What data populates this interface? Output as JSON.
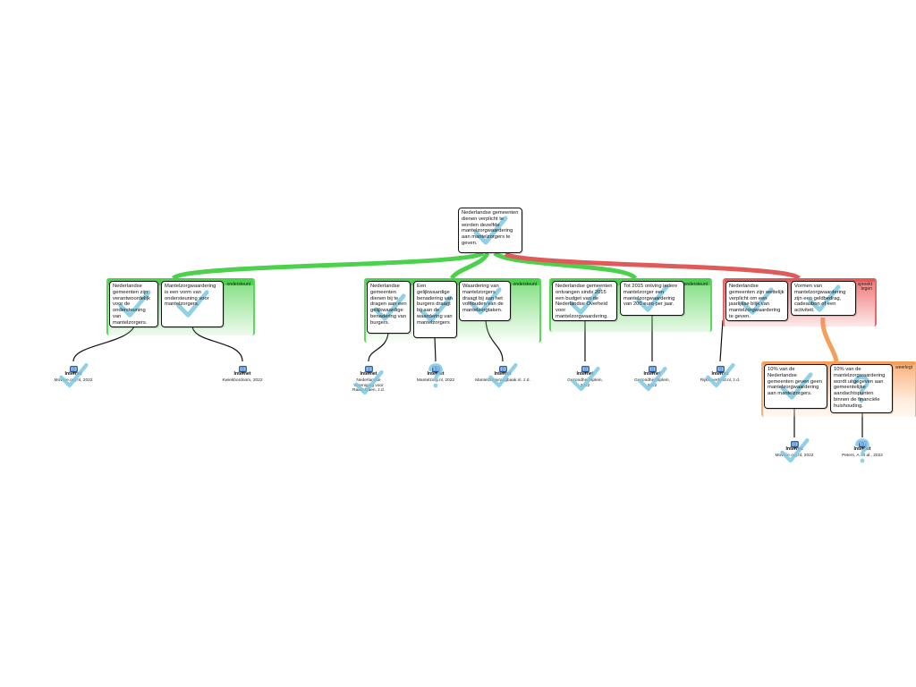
{
  "colors": {
    "support": "#4cd14c",
    "contradict": "#e05a5a",
    "rebuttal": "#f5a05a",
    "tick": "#7ec8e3",
    "box_border": "#111111"
  },
  "root": {
    "text": "Nederlandse gemeenten dienen verplicht te worden dezelfde mantelzorgwaardering aan mantelzorgers te geven.",
    "mark": "check"
  },
  "groups": [
    {
      "id": "g1",
      "kind": "support",
      "label": "ondersteunt",
      "reasons": [
        {
          "id": "r1",
          "text": "Nederlandse gemeenten zijn verantwoordelijk voor de ondersteuning van mantelzorgers.",
          "mark": "check"
        },
        {
          "id": "r2",
          "text": "Mantelzorgwaardering is een vorm van ondersteuning voor mantelzorgers.",
          "mark": "check"
        }
      ]
    },
    {
      "id": "g2",
      "kind": "support",
      "label": "ondersteunt",
      "reasons": [
        {
          "id": "r3",
          "text": "Nederlandse gemeenten dienen bij te dragen aan een gelijkwaardige benadering van burgers.",
          "mark": "check"
        },
        {
          "id": "r4",
          "text": "Een gelijkwaardige benadering van burgers draagt bij aan de waardering van mantelzorgers",
          "mark": "check"
        },
        {
          "id": "r5",
          "text": "Waardering van mantelzorgers draagt bij aan het volhouden van de mantelzorgtaken.",
          "mark": "check"
        }
      ]
    },
    {
      "id": "g3",
      "kind": "support",
      "label": "ondersteunt",
      "reasons": [
        {
          "id": "r6",
          "text": "Nederlandse gemeenten ontvangen sinds 2015 een budget van de Nederlandse Overheid voor mantelzorgwaardering.",
          "mark": "check"
        },
        {
          "id": "r7",
          "text": "Tot 2015 ontving iedere mantelzorger een mantelzorgwaardering van 200 euro per jaar.",
          "mark": "check"
        }
      ]
    },
    {
      "id": "g4",
      "kind": "contradict",
      "label": "spreekt tegen",
      "reasons": [
        {
          "id": "r8",
          "text": "Nederlandse gemeenten zijn wettelijk verplicht om een jaarlijkse blijk van mantelzorgwaardering te geven.",
          "mark": "check"
        },
        {
          "id": "r9",
          "text": "Vormen van mantelzorgwaardering zijn een geldbedrag, cadeaubon of een activiteit.",
          "mark": "check"
        }
      ]
    },
    {
      "id": "g5",
      "kind": "rebuttal",
      "label": "weerlegt",
      "reasons": [
        {
          "id": "r10",
          "text": "10% van de Nederlandse gemeenten geven geen mantelzorgwaardering aan mantelzorgers.",
          "mark": "check"
        },
        {
          "id": "r11",
          "text": "10% van de mantelzorgwaardering wordt uitgegeven aan gemeentelijke aandachtspunten binnen de financiële huishouding.",
          "mark": "question"
        }
      ]
    }
  ],
  "sources": [
    {
      "id": "s1",
      "type": "Internet",
      "citation": "Movisie.org.nl, 2022",
      "mark": "check"
    },
    {
      "id": "s2",
      "type": "Internet",
      "citation": "Kwiekbordoom, 2022",
      "mark": "none"
    },
    {
      "id": "s3",
      "type": "Internet",
      "citation": "Nederlandse Vereniging voor Raadsleden, z.d.",
      "mark": "check"
    },
    {
      "id": "s4",
      "type": "Internet",
      "citation": "Mantelzorg.nl, 2022",
      "mark": "question"
    },
    {
      "id": "s5",
      "type": "Internet",
      "citation": "Mantelzorgvraagbaak.nl, z.d.",
      "mark": "check"
    },
    {
      "id": "s6",
      "type": "Internet",
      "citation": "Gezondheidsplein, 2022",
      "mark": "check"
    },
    {
      "id": "s7",
      "type": "Internet",
      "citation": "Gezondheidsplein, 2022",
      "mark": "check"
    },
    {
      "id": "s8",
      "type": "Internet",
      "citation": "Rijksoverheid.nl, z.d.",
      "mark": "check"
    },
    {
      "id": "s9",
      "type": "Internet",
      "citation": "Movisie.org.nl, 2022",
      "mark": "check"
    },
    {
      "id": "s10",
      "type": "Internet",
      "citation": "Peters, A. et al., 2022",
      "mark": "question"
    }
  ]
}
